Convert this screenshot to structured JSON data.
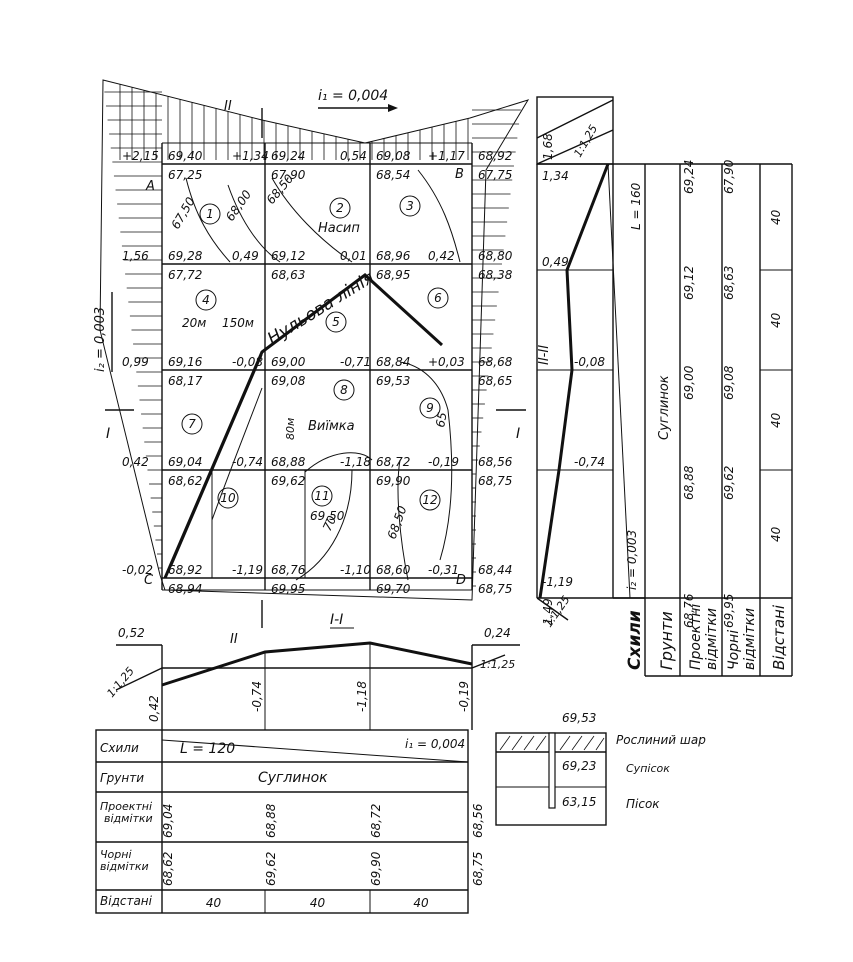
{
  "plan": {
    "slope_i1": "i₁ = 0,004",
    "slope_i2": "i₂ = 0,003",
    "label_embankment": "Насип",
    "label_cut": "Виїмка",
    "zero_line": "Нульова лінія",
    "corner_a": "A",
    "corner_b": "B",
    "corner_c": "C",
    "corner_d": "D",
    "section_1": "I",
    "section_2": "II",
    "dim_20": "20м",
    "dim_150": "150м",
    "dim_80": "80м",
    "squares": [
      "1",
      "2",
      "3",
      "4",
      "5",
      "6",
      "7",
      "8",
      "9",
      "10",
      "11",
      "12"
    ],
    "design": [
      [
        "69,40",
        "69,24",
        "69,08",
        "68,92"
      ],
      [
        "69,28",
        "69,12",
        "68,96",
        "68,80"
      ],
      [
        "69,16",
        "69,00",
        "68,84",
        "68,68"
      ],
      [
        "69,04",
        "68,88",
        "68,72",
        "68,56"
      ],
      [
        "68,92",
        "68,76",
        "68,60",
        "68,44"
      ]
    ],
    "black": [
      [
        "67,25",
        "67,90",
        "68,54",
        "67,75"
      ],
      [
        "67,72",
        "68,63",
        "68,95",
        "68,38"
      ],
      [
        "68,17",
        "69,08",
        "69,53",
        "68,65"
      ],
      [
        "68,62",
        "69,62",
        "69,90",
        "68,75"
      ],
      [
        "68,94",
        "69,95",
        "69,70",
        "68,75"
      ]
    ],
    "work": [
      [
        "+2,15",
        "+1,34",
        "0,54",
        "+1,17"
      ],
      [
        "1,56",
        "0,49",
        "0,01",
        "0,42"
      ],
      [
        "0,99",
        "-0,08",
        "-0,71",
        "+0,03"
      ],
      [
        "0,42",
        "-0,74",
        "-1,18",
        "-0,19"
      ],
      [
        "-0,02",
        "-1,19",
        "-1,10",
        "-0,31"
      ]
    ],
    "contours": [
      "67,50",
      "68,00",
      "68,50",
      "69,50",
      "70",
      "68,50",
      "65"
    ]
  },
  "section_2": {
    "title": "II-II",
    "top_dim": "1,68",
    "top_slope": "1:1,25",
    "bottom_dim": "1,49",
    "bottom_slope": "1:1,25",
    "length": "L = 160",
    "slope": "i₂ = 0,003",
    "soil": "Суглинок",
    "heights": [
      "1,34",
      "0,49",
      "-0,08",
      "-0,74",
      "-1,19"
    ],
    "design_values": [
      "69,24",
      "69,12",
      "69,00",
      "68,88",
      "68,76"
    ],
    "black_values": [
      "67,90",
      "68,63",
      "69,08",
      "69,62",
      "69,95"
    ],
    "distances": [
      "40",
      "40",
      "40",
      "40"
    ],
    "col_slopes": "Схили",
    "col_soils": "Грунти",
    "col_design": "Проектні відмітки",
    "col_black": "Чорні відмітки",
    "col_dist": "Відстані"
  },
  "section_1": {
    "title": "I-I",
    "left_dim": "0,52",
    "right_dim": "0,24",
    "left_slope": "1:1,25",
    "right_slope": "1:1,25",
    "heights": [
      "0,42",
      "-0,74",
      "-1,18",
      "-0,19"
    ],
    "row_slopes": "Схили",
    "row_soils": "Грунти",
    "row_design": "Проектні відмітки",
    "row_black": "Чорні відмітки",
    "row_dist": "Відстані",
    "length": "L = 120",
    "slope": "i₁ = 0,004",
    "soil": "Суглинок",
    "design_values": [
      "69,04",
      "68,88",
      "68,72",
      "68,56"
    ],
    "black_values": [
      "68,62",
      "69,62",
      "69,90",
      "68,75"
    ],
    "distances": [
      "40",
      "40",
      "40"
    ]
  },
  "borehole": {
    "top": "69,53",
    "mid": "69,23",
    "bottom": "63,15",
    "layer1": "Рослиний шар",
    "layer2": "Супісок",
    "layer3": "Пісок"
  }
}
